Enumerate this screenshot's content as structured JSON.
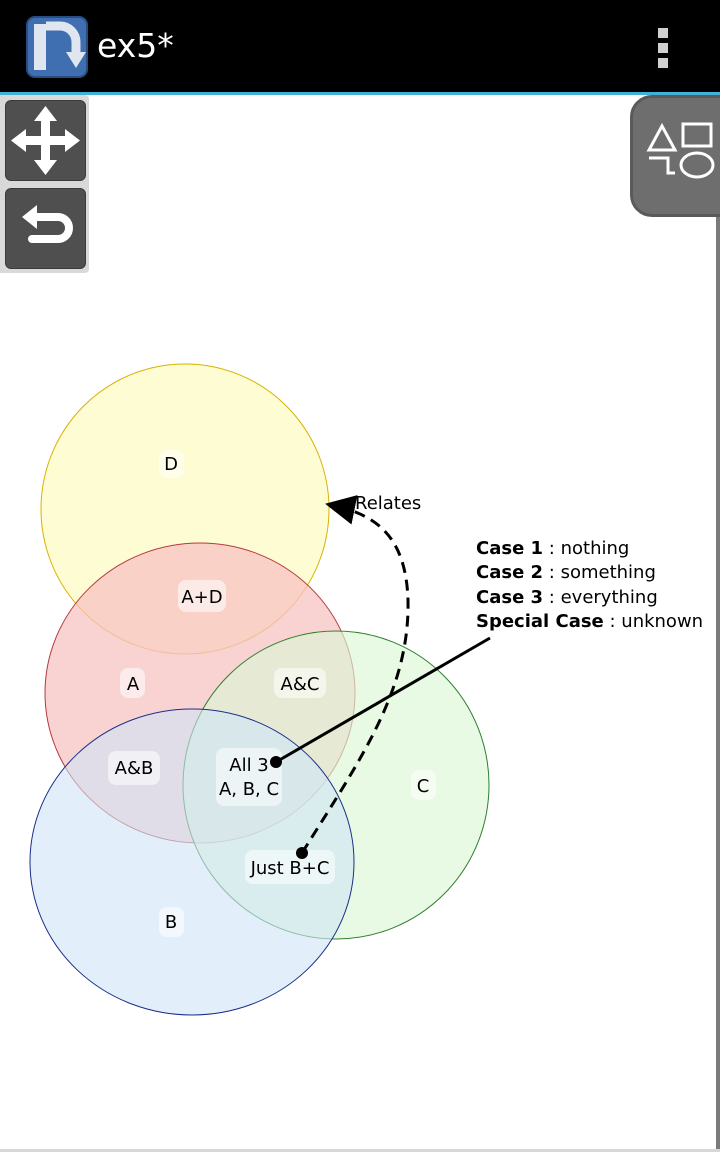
{
  "app_bar": {
    "title": "ex5*",
    "app_icon": "undo-arrow-app-icon",
    "menu_icon": "overflow-menu-icon"
  },
  "toolbar": {
    "move_icon": "move-arrows-icon",
    "undo_icon": "undo-icon",
    "shapes_icon": "shapes-icon"
  },
  "diagram": {
    "sets": {
      "D": "D",
      "A": "A",
      "B": "B",
      "C": "C"
    },
    "regions": {
      "a_plus_d": "A+D",
      "a_and_c": "A&C",
      "a_and_b": "A&B",
      "all3_line1": "All 3",
      "all3_line2": "A, B, C",
      "just_bc": "Just B+C"
    },
    "relates_label": "Relates",
    "cases": [
      {
        "key": "Case 1",
        "sep": " : ",
        "value": "nothing"
      },
      {
        "key": "Case 2",
        "sep": " : ",
        "value": "something"
      },
      {
        "key": "Case 3",
        "sep": " : ",
        "value": "everything"
      },
      {
        "key": "Special Case",
        "sep": " : ",
        "value": "unknown"
      }
    ],
    "colors": {
      "D": "#fdfbc4",
      "A": "#f7c3c3",
      "B": "#cfe5f6",
      "C": "#dcf8d6",
      "accent": "#3fb2d8"
    }
  }
}
